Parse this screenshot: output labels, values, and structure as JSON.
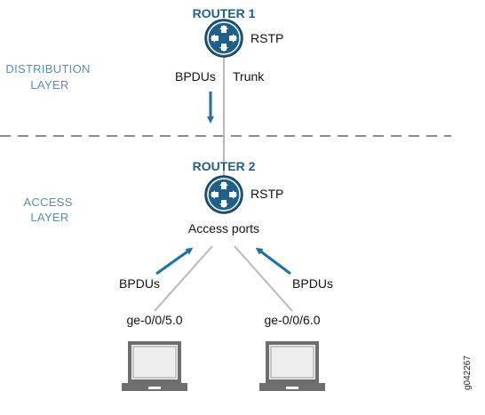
{
  "layers": {
    "distribution": [
      "DISTRIBUTION",
      "LAYER"
    ],
    "access": [
      "ACCESS",
      "LAYER"
    ]
  },
  "router1": {
    "title": "ROUTER 1",
    "protocol": "RSTP",
    "icon": "router-icon"
  },
  "router2": {
    "title": "ROUTER 2",
    "protocol": "RSTP",
    "icon": "router-icon"
  },
  "links": {
    "bpdus_top": "BPDUs",
    "trunk": "Trunk",
    "access_ports": "Access ports",
    "bpdus_left": "BPDUs",
    "bpdus_right": "BPDUs"
  },
  "hosts": {
    "left_interface": "ge-0/0/5.0",
    "right_interface": "ge-0/0/6.0",
    "icon": "laptop-icon"
  },
  "figure_id": "g042267",
  "colors": {
    "router_fill": "#1f5f8b",
    "title": "#1f5f8b",
    "layer_label": "#5a8db4",
    "arrow": "#1f6fa8",
    "line": "#b8b8b8",
    "divider": "#8c8c8c"
  }
}
